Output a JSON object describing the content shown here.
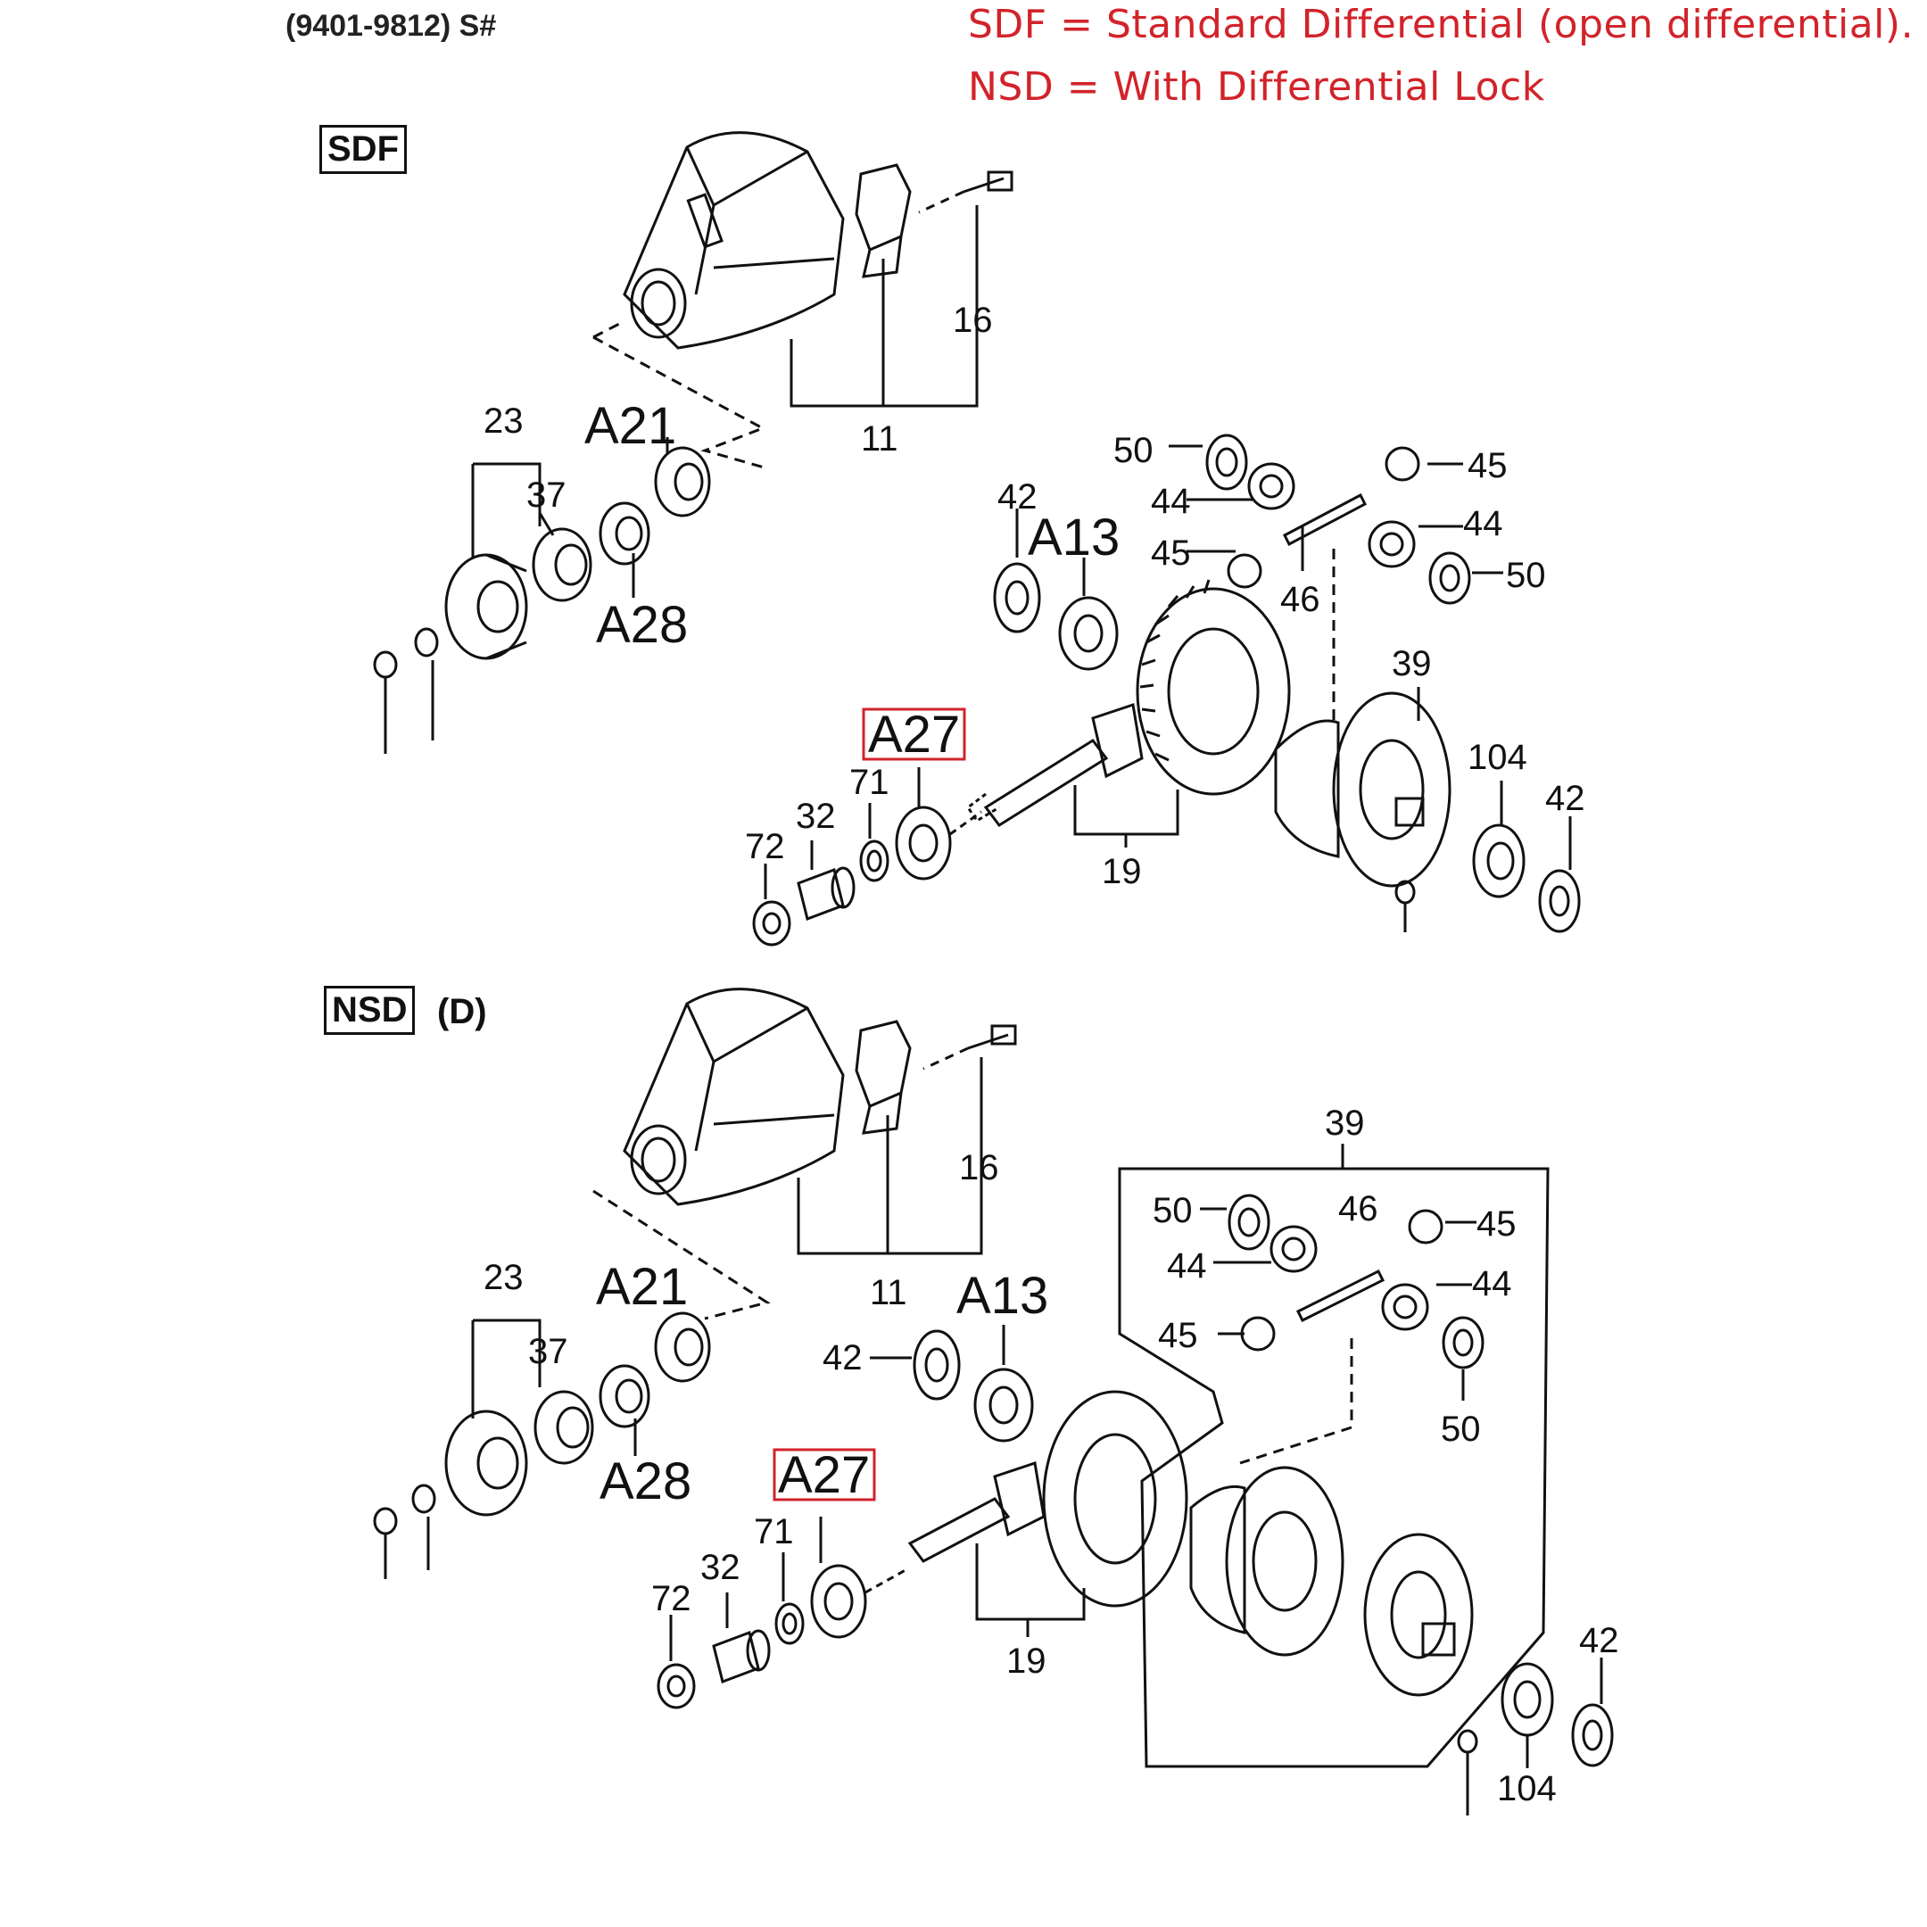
{
  "header": {
    "code": "(9401-9812) S#"
  },
  "notes": {
    "line1": "SDF = Standard Differential (open differential).",
    "line2": "NSD = With Differential Lock"
  },
  "sections": {
    "sdf": {
      "label": "SDF"
    },
    "nsd": {
      "label": "NSD",
      "sub": "(D)"
    }
  },
  "callouts": {
    "p11": "11",
    "p16": "16",
    "p19": "19",
    "p23": "23",
    "p32": "32",
    "p37": "37",
    "p39": "39",
    "p42": "42",
    "p44": "44",
    "p45": "45",
    "p46": "46",
    "p50": "50",
    "p71": "71",
    "p72": "72",
    "p104": "104",
    "a13": "A13",
    "a21": "A21",
    "a27": "A27",
    "a28": "A28"
  },
  "colors": {
    "highlight": "#d2232a",
    "ink": "#111111"
  }
}
